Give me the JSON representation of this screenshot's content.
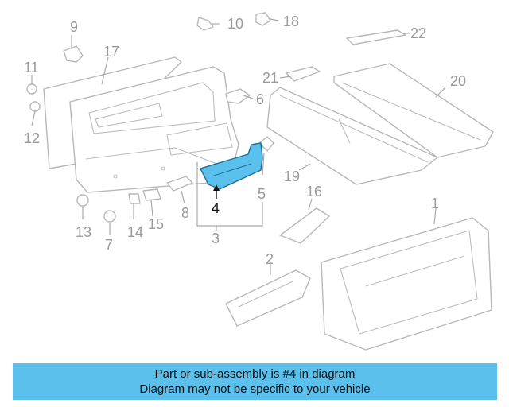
{
  "highlight_color": "#5bc0eb",
  "callouts": [
    {
      "id": "1",
      "label": "1"
    },
    {
      "id": "2",
      "label": "2"
    },
    {
      "id": "3",
      "label": "3"
    },
    {
      "id": "4",
      "label": "4"
    },
    {
      "id": "5",
      "label": "5"
    },
    {
      "id": "6",
      "label": "6"
    },
    {
      "id": "7",
      "label": "7"
    },
    {
      "id": "8",
      "label": "8"
    },
    {
      "id": "9",
      "label": "9"
    },
    {
      "id": "10",
      "label": "10"
    },
    {
      "id": "11",
      "label": "11"
    },
    {
      "id": "12",
      "label": "12"
    },
    {
      "id": "13",
      "label": "13"
    },
    {
      "id": "14",
      "label": "14"
    },
    {
      "id": "15",
      "label": "15"
    },
    {
      "id": "16",
      "label": "16"
    },
    {
      "id": "17",
      "label": "17"
    },
    {
      "id": "18",
      "label": "18"
    },
    {
      "id": "19",
      "label": "19"
    },
    {
      "id": "20",
      "label": "20"
    },
    {
      "id": "21",
      "label": "21"
    },
    {
      "id": "22",
      "label": "22"
    }
  ],
  "highlighted_callout": "4",
  "banner": {
    "line1": "Part or sub-assembly is #4 in diagram",
    "line2": "Diagram may not be specific to your vehicle"
  }
}
